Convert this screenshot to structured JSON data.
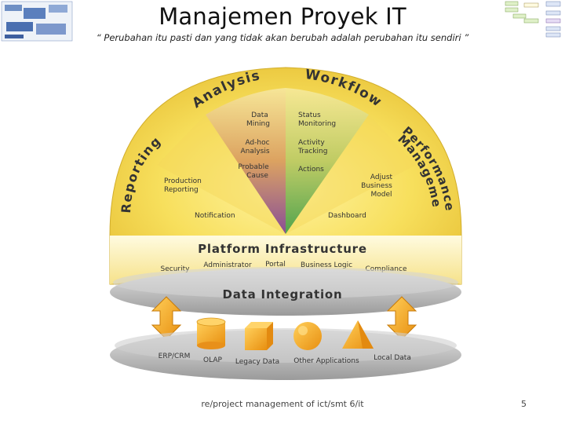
{
  "slide": {
    "title": "Manajemen Proyek IT",
    "subtitle": "“ Perubahan itu pasti dan yang tidak akan berubah adalah perubahan itu sendiri ”",
    "footer": "re/project management of ict/smt 6/it",
    "page_number": "5"
  },
  "diagram": {
    "arcs": {
      "analysis": "Analysis",
      "workflow": "Workflow",
      "reporting": "Reporting",
      "performance": "Performance",
      "management": "Management"
    },
    "fan_labels": {
      "data_mining": [
        "Data",
        "Mining"
      ],
      "adhoc": [
        "Ad-hoc",
        "Analysis"
      ],
      "probable": [
        "Probable",
        "Cause"
      ],
      "status": [
        "Status",
        "Monitoring"
      ],
      "activity": [
        "Activity",
        "Tracking"
      ],
      "actions": [
        "Actions"
      ],
      "production": [
        "Production",
        "Reporting"
      ],
      "notification": [
        "Notification"
      ],
      "adjust": [
        "Adjust",
        "Business",
        "Model"
      ],
      "dashboard": [
        "Dashboard"
      ]
    },
    "platform": {
      "title": "Platform Infrastructure",
      "items": [
        "Security",
        "Administrator",
        "Portal",
        "Business Logic",
        "Compliance"
      ]
    },
    "data_integration": "Data Integration",
    "sources": [
      "ERP/CRM",
      "OLAP",
      "Legacy Data",
      "Other Applications",
      "Local Data"
    ]
  },
  "colors": {
    "dome_yellow": "#f2d64a",
    "fan_purple": "#8b4a9c",
    "fan_green": "#5aa84a",
    "orange": "#f0a020",
    "grey": "#b8b8b8"
  }
}
